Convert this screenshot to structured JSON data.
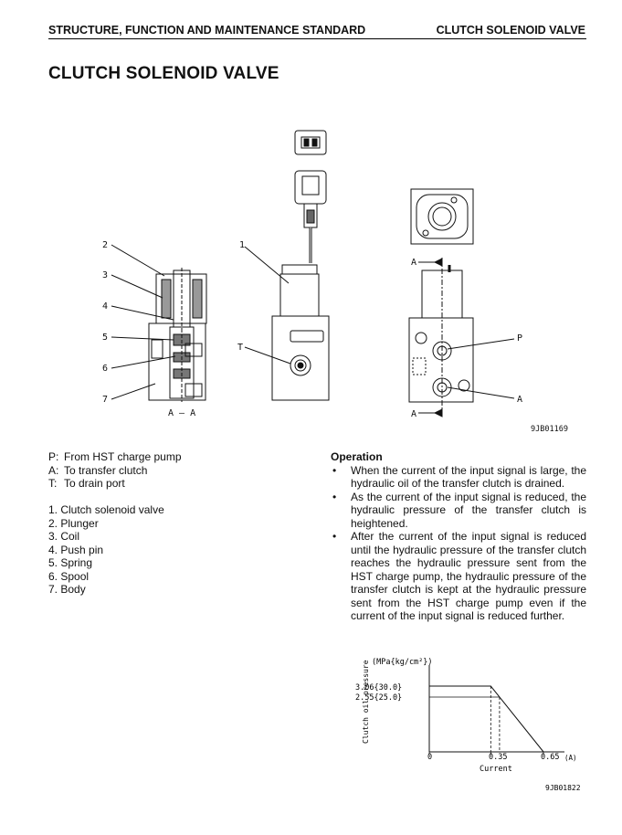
{
  "header": {
    "left": "STRUCTURE, FUNCTION AND MAINTENANCE STANDARD",
    "right": "CLUTCH SOLENOID VALVE"
  },
  "title": "CLUTCH SOLENOID VALVE",
  "figure1": {
    "callouts": [
      "1",
      "2",
      "3",
      "4",
      "5",
      "6",
      "7"
    ],
    "port_labels": {
      "T": "T",
      "P": "P",
      "A": "A"
    },
    "section_label": "A – A",
    "arrow_label": "A",
    "figure_id": "9JB01169"
  },
  "ports": [
    {
      "key": "P:",
      "text": "From HST charge pump"
    },
    {
      "key": "A:",
      "text": "To transfer clutch"
    },
    {
      "key": "T:",
      "text": "To drain port"
    }
  ],
  "parts": [
    "1. Clutch solenoid valve",
    "2. Plunger",
    "3. Coil",
    "4. Push pin",
    "5. Spring",
    "6. Spool",
    "7. Body"
  ],
  "operation": {
    "title": "Operation",
    "bullets": [
      "When the current of the input signal is large, the hydraulic oil of the transfer clutch is drained.",
      "As the current of the input signal is reduced, the hydraulic pressure of the transfer clutch is heightened.",
      "After the current of the input signal is reduced until the hydraulic pressure of the transfer clutch reaches the hydraulic pressure sent from the HST charge pump, the hydraulic pressure of the transfer clutch is kept at the hydraulic pressure sent from the HST charge pump even if the current of the input signal is reduced further."
    ]
  },
  "chart_data": {
    "type": "line",
    "unit_label": "(MPa{kg/cm²})",
    "ylabel": "Clutch oil pressure",
    "xlabel": "Current",
    "x_unit": "(A)",
    "x_ticks": [
      "0",
      "0.35",
      "0.65"
    ],
    "y_ticks": [
      "3.06{30.0}",
      "2.55{25.0}"
    ],
    "series": [
      {
        "x": [
          0,
          0.35,
          0.65
        ],
        "y": [
          3.06,
          3.06,
          0
        ]
      }
    ],
    "figure_id": "9JB01822"
  }
}
